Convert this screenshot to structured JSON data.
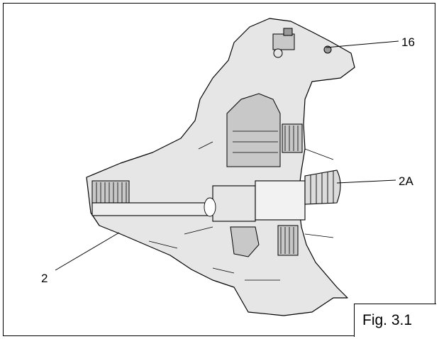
{
  "figure": {
    "caption": "Fig. 3.1",
    "callouts": [
      {
        "id": "16",
        "label": "16"
      },
      {
        "id": "2A",
        "label": "2A"
      },
      {
        "id": "2",
        "label": "2"
      }
    ]
  },
  "colors": {
    "line": "#000000",
    "shade_light": "#e6e6e6",
    "shade_mid": "#c8c8c8",
    "shade_dark": "#9a9a9a"
  }
}
